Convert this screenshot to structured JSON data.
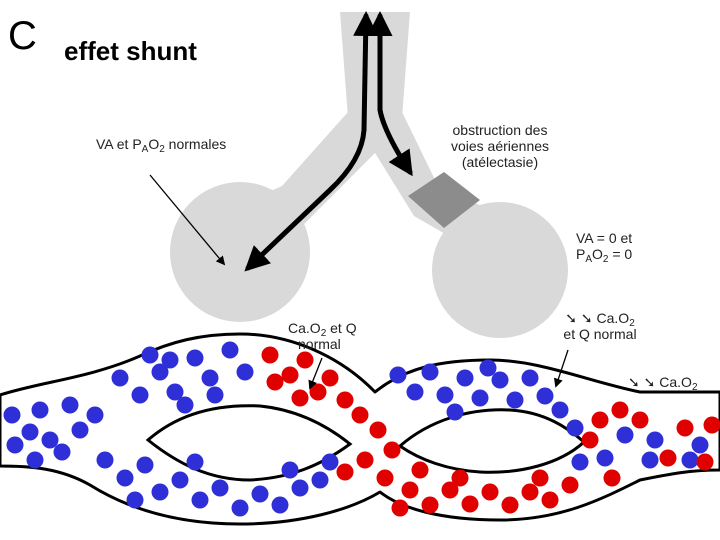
{
  "panel_letter": "C",
  "title": "effet shunt",
  "labels": {
    "normal_alveolus": {
      "part1": "VA et P",
      "sub1": "A",
      "part2": "O",
      "sub2": "2",
      "part3": " normales"
    },
    "obstruction": {
      "line1": "obstruction des",
      "line2": "voies aériennes",
      "line3": "(atélectasie)"
    },
    "va_zero": {
      "line1": "VA = 0 et",
      "part1": "P",
      "sub1": "A",
      "part2": "O",
      "sub2": "2",
      "part3": " = 0"
    },
    "cao2_normal": {
      "part1": "Ca.O",
      "sub1": "2",
      "part2": " et Q",
      "line2": "normal"
    },
    "cao2_decreased": {
      "arrows": "➘ ➘ ",
      "part1": "Ca.O",
      "sub1": "2",
      "line2": "et Q normal"
    },
    "cao2_final": {
      "arrows": "➘ ➘ ",
      "part1": "Ca.O",
      "sub1": "2"
    }
  },
  "colors": {
    "airway": "#d9d9d9",
    "obstruction": "#8c8c8c",
    "oxygenated_blood": "#e00000",
    "deoxygenated_blood": "#2f2fd8",
    "outline": "#000000"
  }
}
